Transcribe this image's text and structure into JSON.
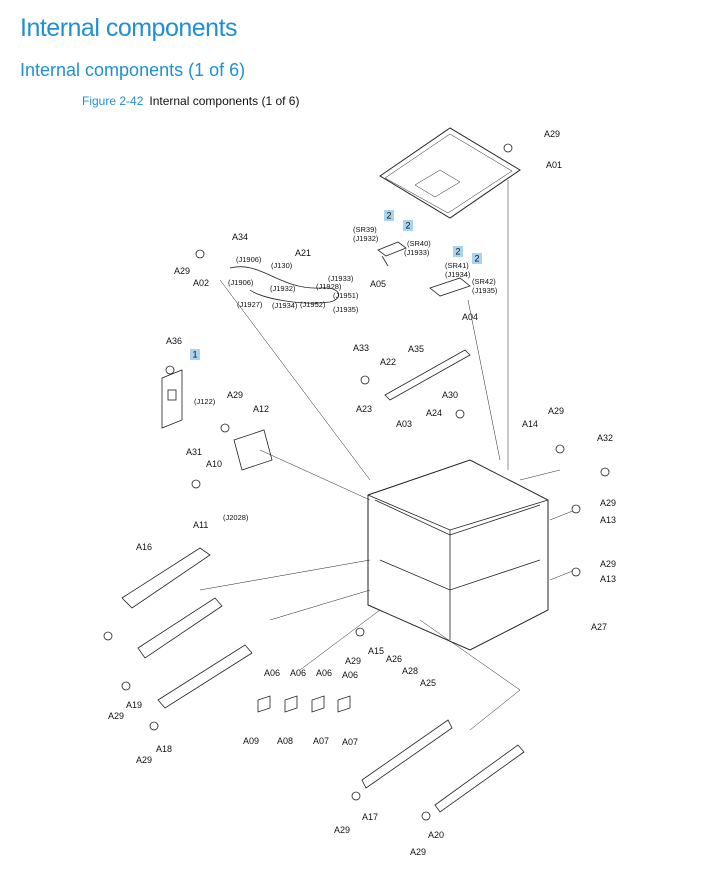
{
  "page": {
    "title": "Internal components",
    "subtitle": "Internal components (1 of 6)",
    "figure_number": "Figure 2-42",
    "figure_caption": "Internal components (1 of 6)"
  },
  "colors": {
    "accent": "#1f8fd6",
    "callout_fill": "#a8d4ef"
  },
  "callouts": [
    "1",
    "2",
    "2",
    "2",
    "2"
  ],
  "part_labels": [
    "A29",
    "A01",
    "A34",
    "A21",
    "A02",
    "A29",
    "A05",
    "A04",
    "A36",
    "A33",
    "A35",
    "A22",
    "A29",
    "A12",
    "A23",
    "A03",
    "A30",
    "A24",
    "A29",
    "A14",
    "A32",
    "A31",
    "A10",
    "A11",
    "A29",
    "A13",
    "A16",
    "A29",
    "A13",
    "A27",
    "A29",
    "A15",
    "A26",
    "A28",
    "A25",
    "A29",
    "A19",
    "A06",
    "A06",
    "A06",
    "A06",
    "A09",
    "A08",
    "A07",
    "A07",
    "A29",
    "A18",
    "A17",
    "A29",
    "A20",
    "A29"
  ],
  "connector_labels": [
    "(SR39)",
    "(J1932)",
    "(SR40)",
    "(J1933)",
    "(SR41)",
    "(J1934)",
    "(SR42)",
    "(J1935)",
    "(J1906)",
    "(J130)",
    "(J1906)",
    "(J1933)",
    "(J1928)",
    "(J1932)",
    "(J1951)",
    "(J1927)",
    "(J1934)",
    "(J1952)",
    "(J1935)",
    "(J122)",
    "(J2028)"
  ]
}
